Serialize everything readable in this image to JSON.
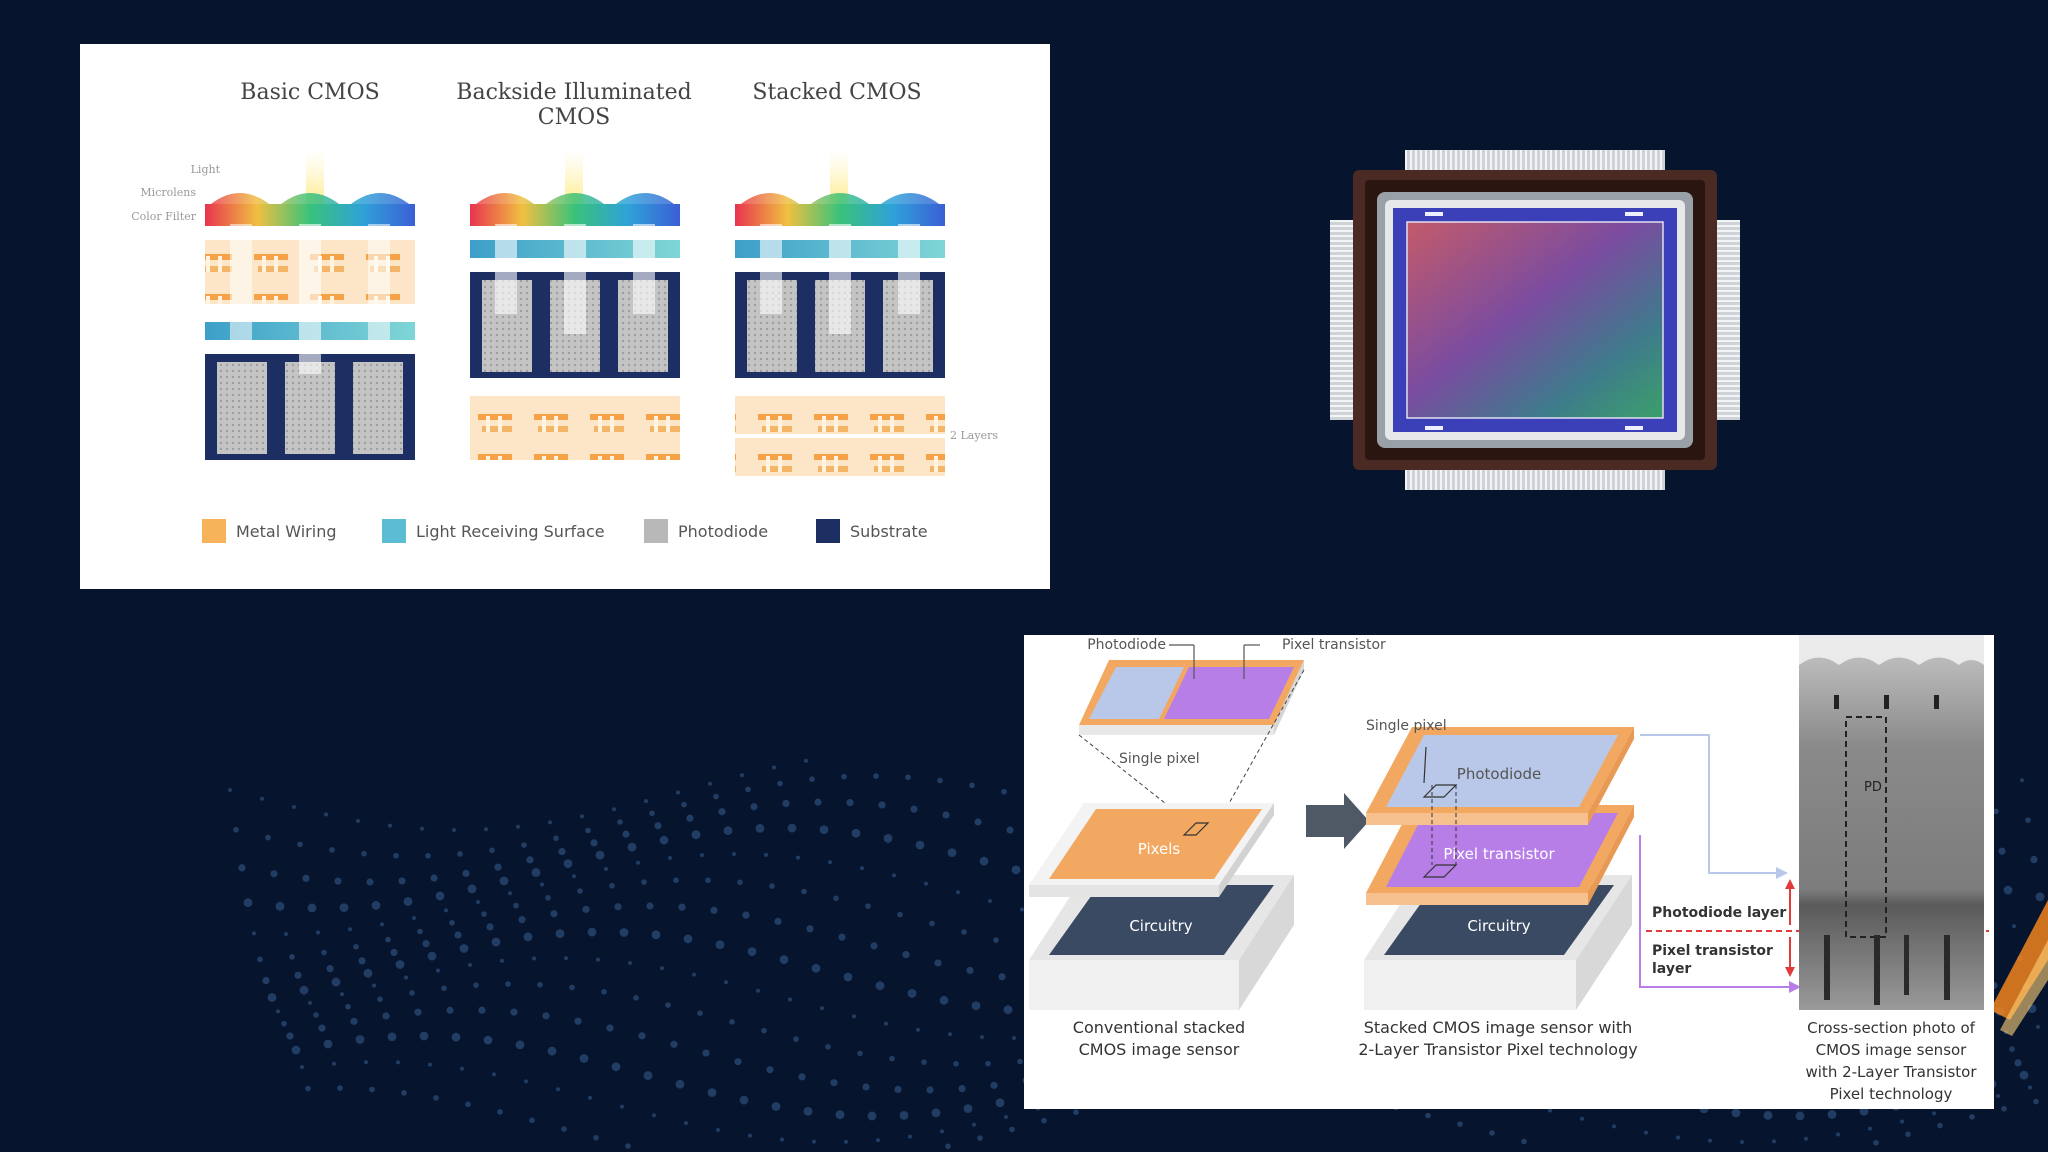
{
  "cmos_types": {
    "basic": "Basic CMOS",
    "bsi_line1": "Backside Illuminated",
    "bsi_line2": "CMOS",
    "stacked": "Stacked CMOS",
    "side_labels": [
      "Light",
      "Microlens",
      "Color Filter"
    ],
    "layers_note": "2 Layers",
    "legend": [
      {
        "label": "Metal Wiring",
        "color": "#f6b35a"
      },
      {
        "label": "Light Receiving Surface",
        "color": "#5bbcd3"
      },
      {
        "label": "Photodiode",
        "color": "#b8b8b8"
      },
      {
        "label": "Substrate",
        "color": "#1c2e62"
      }
    ]
  },
  "stacked_sensor": {
    "photodiode_callout": "Photodiode",
    "pixel_transistor_callout": "Pixel transistor",
    "single_pixel_left": "Single pixel",
    "single_pixel_right": "Single pixel",
    "pixels_label": "Pixels",
    "circuitry_left": "Circuitry",
    "photodiode_layer_plate": "Photodiode",
    "pixel_transistor_plate": "Pixel transistor",
    "circuitry_right": "Circuitry",
    "photodiode_layer_label": "Photodiode layer",
    "pixel_transistor_layer_line1": "Pixel transistor",
    "pixel_transistor_layer_line2": "layer",
    "pd_label": "PD",
    "caption_conventional": [
      "Conventional stacked",
      "CMOS image sensor"
    ],
    "caption_stacked": [
      "Stacked CMOS image sensor with",
      "2-Layer Transistor Pixel technology"
    ],
    "caption_photo": [
      "Cross-section photo of",
      "CMOS image sensor",
      "with 2-Layer Transistor",
      "Pixel technology"
    ],
    "colors": {
      "orange": "#f3a862",
      "purple": "#b77ee8",
      "blue": "#b9c8e8",
      "slate": "#3b4a63"
    }
  }
}
